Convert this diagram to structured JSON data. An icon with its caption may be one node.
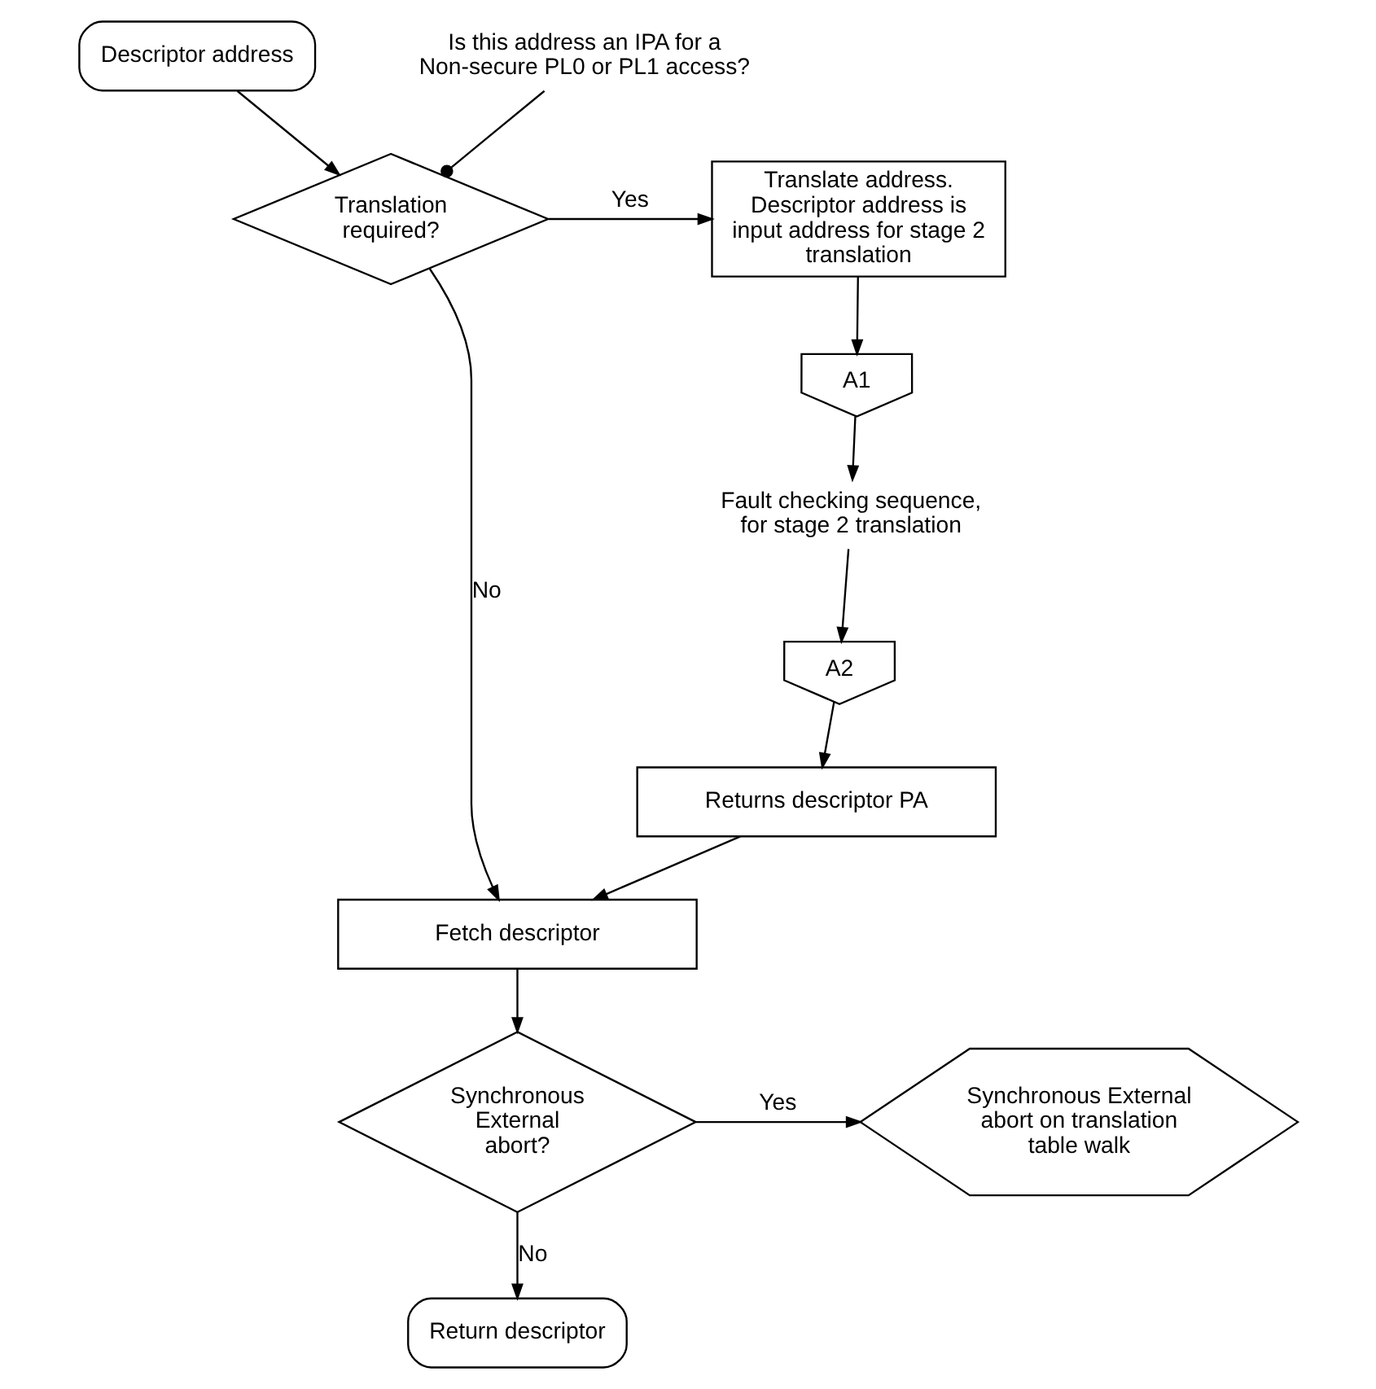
{
  "diagram": {
    "nodes": [
      {
        "text": [
          "Descriptor address"
        ]
      },
      {
        "text": [
          "Is this address an IPA for a Non-secure PL0 or PL1 access?"
        ]
      },
      {
        "text": [
          "Translation required?"
        ]
      },
      {
        "text": [
          "Translate address. Descriptor address is input address for stage 2 translation"
        ]
      },
      {
        "text": [
          "A1"
        ]
      },
      {
        "text": [
          "Fault checking sequence, for stage 2 translation"
        ]
      },
      {
        "text": [
          "A2"
        ]
      },
      {
        "text": [
          "Returns descriptor PA"
        ]
      },
      {
        "text": [
          "Fetch descriptor"
        ]
      },
      {
        "text": [
          "Synchronous External abort?"
        ]
      },
      {
        "text": [
          "Synchronous External abort on translation table walk"
        ]
      },
      {
        "text": [
          "Return descriptor"
        ]
      }
    ],
    "edges": [
      {
        "from": 0,
        "to": 2,
        "arrow": "to"
      },
      {
        "from": 1,
        "to": 2,
        "arrow": "other"
      },
      {
        "from": 2,
        "to": 3,
        "arrow": "to",
        "label": "Yes"
      },
      {
        "from": 3,
        "to": 4,
        "arrow": "to"
      },
      {
        "from": 4,
        "to": 5,
        "arrow": "to"
      },
      {
        "from": 5,
        "to": 6,
        "arrow": "to"
      },
      {
        "from": 6,
        "to": 7,
        "arrow": "to"
      },
      {
        "from": 7,
        "to": 8,
        "arrow": "to"
      },
      {
        "from": 2,
        "to": 8,
        "arrow": "to",
        "label": "No"
      },
      {
        "from": 8,
        "to": 9,
        "arrow": "to"
      },
      {
        "from": 9,
        "to": 10,
        "arrow": "to",
        "label": "Yes"
      },
      {
        "from": 9,
        "to": 11,
        "arrow": "to",
        "label": "No"
      }
    ]
  }
}
